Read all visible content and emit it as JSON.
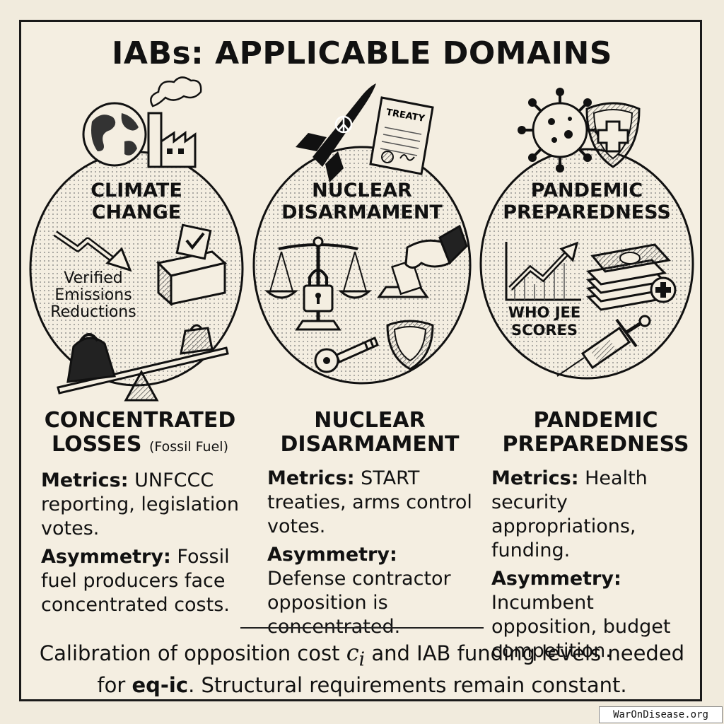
{
  "title": "IABs: APPLICABLE DOMAINS",
  "domains": [
    {
      "oval_title": "CLIMATE CHANGE",
      "oval_note": "Verified Emissions Reductions",
      "heading": "CONCENTRATED LOSSES",
      "heading_sub": "(Fossil Fuel)",
      "metrics_label": "Metrics:",
      "metrics_text": "UNFCCC reporting, legislation votes.",
      "asym_label": "Asymmetry:",
      "asym_text": "Fossil fuel producers face concentrated costs."
    },
    {
      "oval_title": "NUCLEAR DISARMAMENT",
      "treaty_label": "TREATY",
      "heading": "NUCLEAR DISARMAMENT",
      "metrics_label": "Metrics:",
      "metrics_text": "START treaties, arms control votes.",
      "asym_label": "Asymmetry:",
      "asym_text": "Defense contractor opposition is concentrated."
    },
    {
      "oval_title": "PANDEMIC PREPAREDNESS",
      "oval_note": "WHO JEE SCORES",
      "heading": "PANDEMIC PREPAREDNESS",
      "metrics_label": "Metrics:",
      "metrics_text": "Health security appropriations, funding.",
      "asym_label": "Asymmetry:",
      "asym_text": "Incumbent opposition, budget competition."
    }
  ],
  "footer": {
    "part1": "Calibration of opposition cost",
    "symbol": "c",
    "symbol_sub": "i",
    "part2": "and IAB funding levels needed for",
    "bold": "eq-ic",
    "part3": ". Structural requirements remain constant."
  },
  "watermark": "WarOnDisease.org",
  "icons": [
    "globe-icon",
    "factory-icon",
    "downtrend-arrow-icon",
    "ballot-box-icon",
    "seesaw-weight-icon",
    "rocket-icon",
    "treaty-document-icon",
    "scales-lock-icon",
    "hand-ballot-icon",
    "key-icon",
    "shield-icon",
    "virus-icon",
    "medical-shield-icon",
    "uptrend-chart-icon",
    "money-stack-icon",
    "syringe-icon"
  ]
}
